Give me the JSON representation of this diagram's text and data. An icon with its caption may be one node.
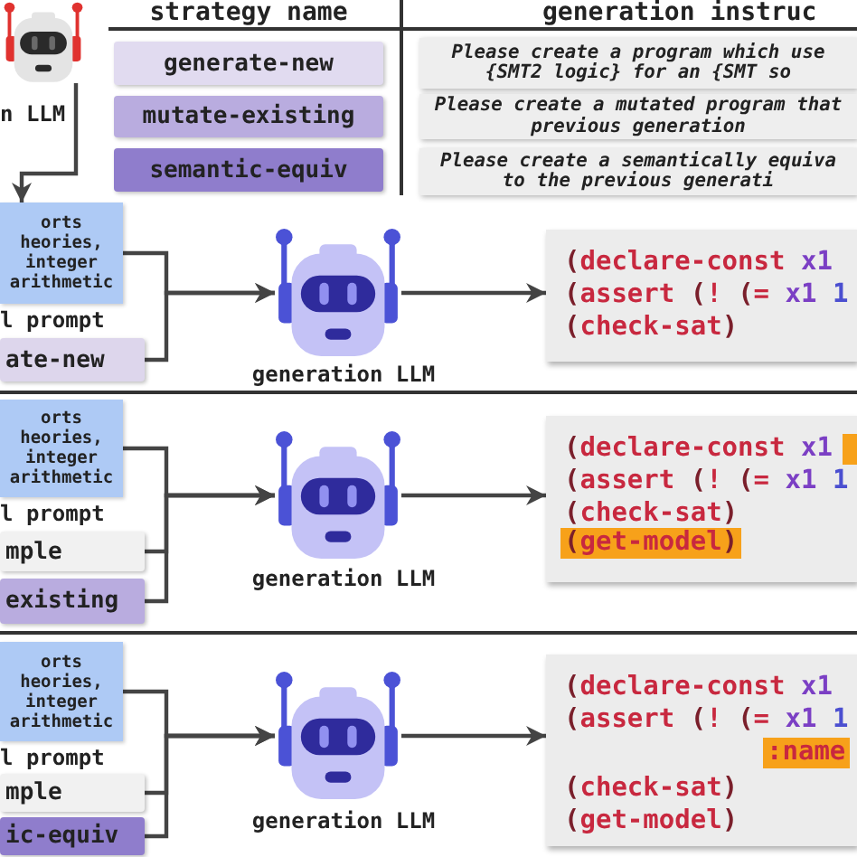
{
  "diagram": {
    "nodes": [
      {
        "text": [],
        "shape": "picture",
        "beside": [
          "n LLM"
        ]
      },
      {
        "text": [
          "generate-new"
        ]
      },
      {
        "text": [
          "Please create a program which use {SMT2 logic} for an {SMT so"
        ]
      },
      {
        "text": [
          "mutate-existing"
        ]
      },
      {
        "text": [
          "Please create a mutated program that previous generation"
        ]
      },
      {
        "text": [
          "semantic-equiv"
        ]
      },
      {
        "text": [
          "Please create a semantically equiva to the previous generati"
        ]
      },
      {
        "text": [
          "orts heories, integer arithmetic"
        ],
        "beside": [
          "l prompt"
        ]
      },
      {
        "text": [
          "ate-new"
        ]
      },
      {
        "text": [],
        "shape": "picture",
        "beside": [
          "generation LLM"
        ]
      },
      {
        "text": [
          "(declare-const x1",
          "(assert (! (= x1 1",
          "(check-sat)"
        ]
      },
      {
        "text": [
          "orts heories, integer arithmetic"
        ],
        "beside": [
          "l prompt"
        ]
      },
      {
        "text": [
          "mple"
        ]
      },
      {
        "text": [
          "existing"
        ]
      },
      {
        "text": [],
        "shape": "picture",
        "beside": [
          "generation LLM"
        ]
      },
      {
        "text": [
          "(declare-const x1",
          "(assert (! (= x1 1",
          "(check-sat)"
        ]
      },
      {
        "text": [],
        "shape": "box",
        "in": 15
      },
      {
        "text": [
          "(get-model)"
        ],
        "in": 15
      },
      {
        "text": [
          "orts heories, integer arithmetic"
        ],
        "beside": [
          "l prompt"
        ]
      },
      {
        "text": [
          "mple"
        ]
      },
      {
        "text": [
          "ic-equiv"
        ]
      },
      {
        "text": [],
        "shape": "picture",
        "beside": [
          "generation LLM"
        ]
      },
      {
        "text": [
          "(declare-const x1",
          "(assert (! (= x1 1",
          "(check-sat)",
          "(get-model)"
        ]
      },
      {
        "text": [
          ":name"
        ],
        "in": 22
      }
    ],
    "edges": [
      {
        "from": 0,
        "to": 7,
        "arrow": "to"
      },
      {
        "from": 7,
        "to": 9,
        "arrow": "to"
      },
      {
        "from": 8,
        "to": 9,
        "arrow": "to"
      },
      {
        "from": 9,
        "to": 10,
        "arrow": "to"
      },
      {
        "from": 11,
        "to": 14,
        "arrow": "to"
      },
      {
        "from": 12,
        "to": 14,
        "arrow": "to"
      },
      {
        "from": 13,
        "to": 14,
        "arrow": "to"
      },
      {
        "from": 14,
        "to": 15,
        "arrow": "to"
      },
      {
        "from": 18,
        "to": 21,
        "arrow": "to"
      },
      {
        "from": 19,
        "to": 21,
        "arrow": "to"
      },
      {
        "from": 20,
        "to": 21,
        "arrow": "to"
      },
      {
        "from": 21,
        "to": 22,
        "arrow": "to"
      }
    ],
    "labels": [
      "strategy name",
      "generation instruc"
    ]
  }
}
